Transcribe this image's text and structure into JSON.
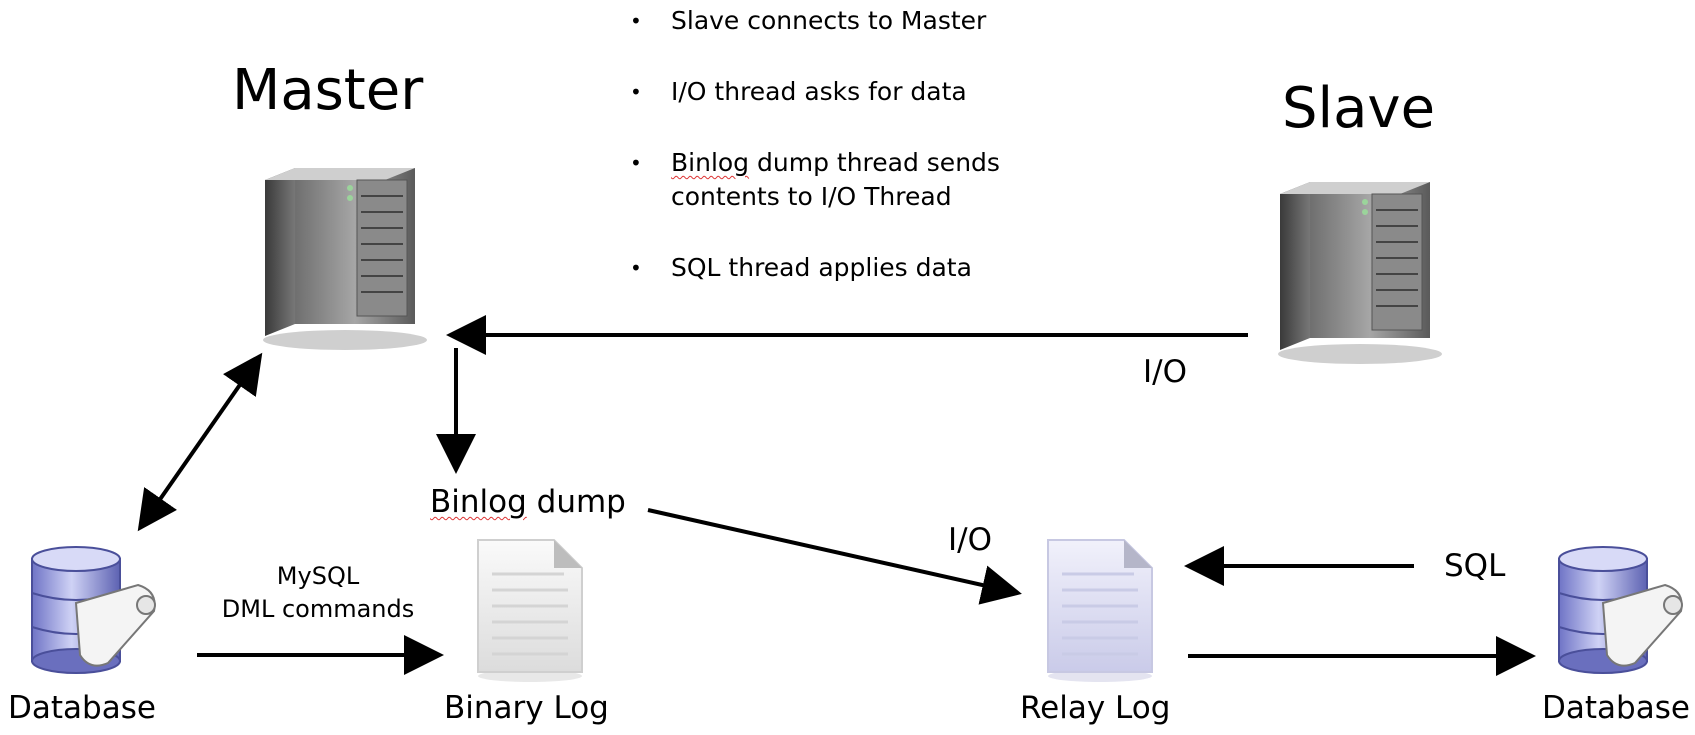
{
  "steps": [
    "Slave connects to Master",
    "I/O thread asks for data",
    "Binlog dump thread sends",
    "contents to I/O Thread",
    "SQL thread applies data"
  ],
  "steps_misspelled_word": "Binlog",
  "steps_line3_rest": " dump thread sends",
  "master": {
    "title": "Master",
    "icon": "server-icon"
  },
  "slave": {
    "title": "Slave",
    "icon": "server-icon"
  },
  "labels": {
    "io_top": "I/O",
    "io_mid": "I/O",
    "binlog_dump_word": "Binlog",
    "binlog_dump_rest": " dump",
    "sql": "SQL",
    "mysql": "MySQL",
    "dml": "DML commands"
  },
  "nodes": {
    "master_db": {
      "label": "Database",
      "icon": "database-icon"
    },
    "binary_log": {
      "label": "Binary Log",
      "icon": "document-icon"
    },
    "relay_log": {
      "label": "Relay Log",
      "icon": "document-icon"
    },
    "slave_db": {
      "label": "Database",
      "icon": "database-icon"
    }
  },
  "colors": {
    "line": "#000000",
    "underline": "#dd3333"
  }
}
